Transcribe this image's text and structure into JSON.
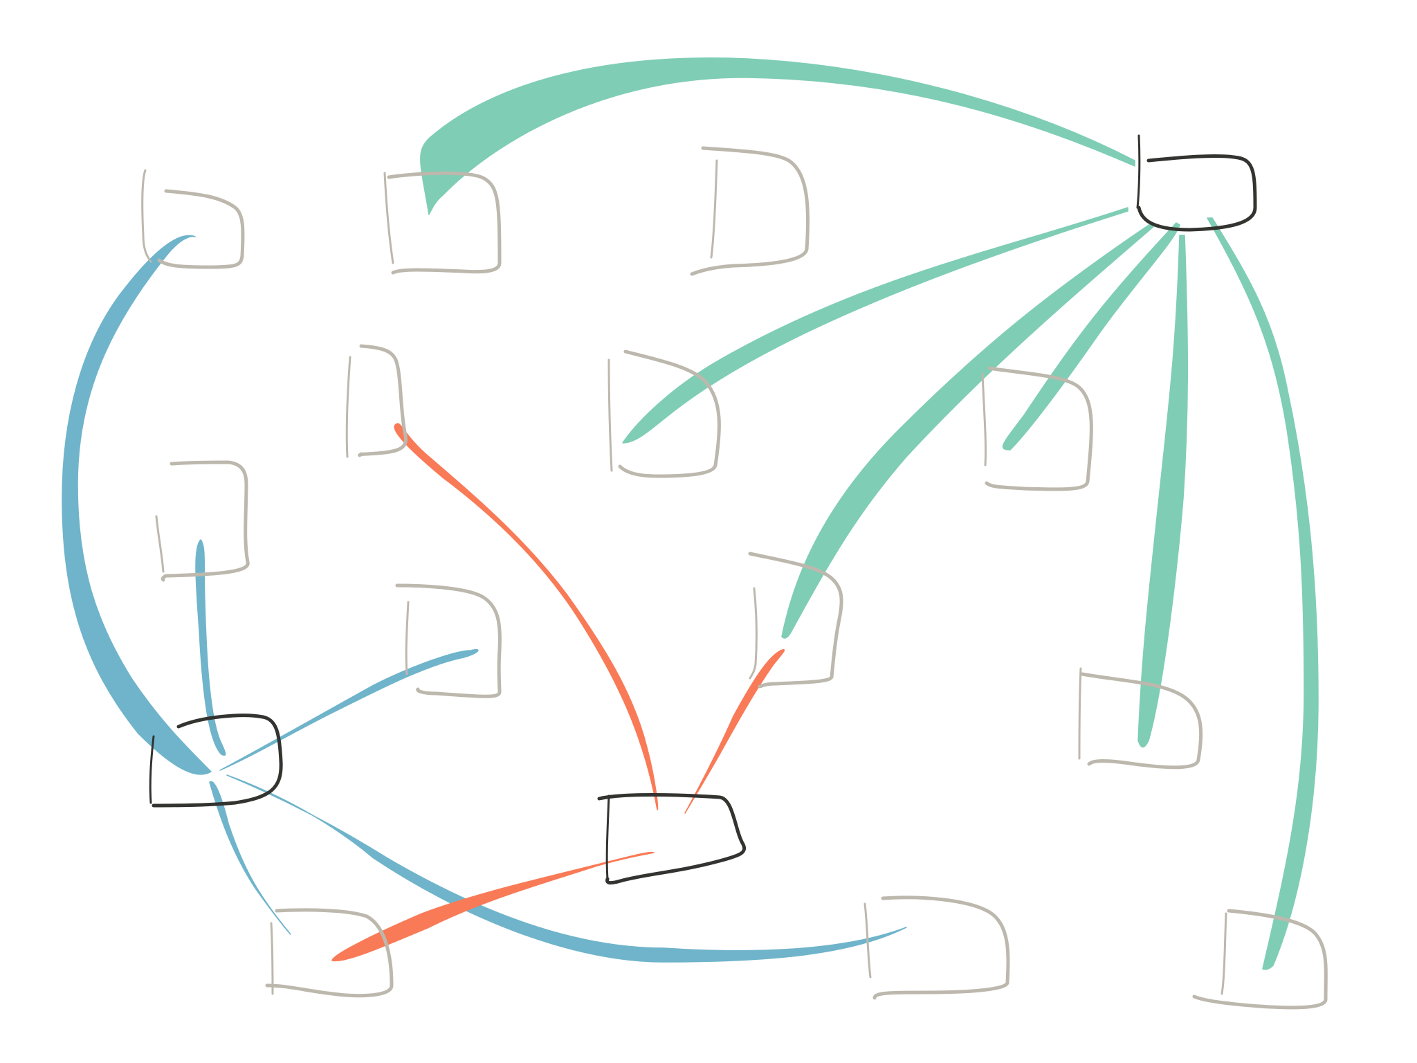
{
  "colors": {
    "background": "#ffffff",
    "node_default": "#bdb8ad",
    "node_hub": "#333330",
    "edge_green": "#7fcdb5",
    "edge_blue": "#6fb4ca",
    "edge_orange": "#f97a57"
  },
  "nodes": [
    {
      "id": "n1",
      "kind": "default"
    },
    {
      "id": "n2",
      "kind": "default"
    },
    {
      "id": "n3",
      "kind": "default"
    },
    {
      "id": "hub_top_right",
      "kind": "hub"
    },
    {
      "id": "n5",
      "kind": "default"
    },
    {
      "id": "n6",
      "kind": "default"
    },
    {
      "id": "n7",
      "kind": "default"
    },
    {
      "id": "n8",
      "kind": "default"
    },
    {
      "id": "n9",
      "kind": "default"
    },
    {
      "id": "n10",
      "kind": "default"
    },
    {
      "id": "n11",
      "kind": "default"
    },
    {
      "id": "hub_left",
      "kind": "hub"
    },
    {
      "id": "hub_center",
      "kind": "hub"
    },
    {
      "id": "n14",
      "kind": "default"
    },
    {
      "id": "n15",
      "kind": "default"
    },
    {
      "id": "n16",
      "kind": "default"
    }
  ],
  "edges": [
    {
      "from": "hub_top_right",
      "to": "n2",
      "color": "green",
      "weight": 3
    },
    {
      "from": "hub_top_right",
      "to": "n6",
      "color": "green",
      "weight": 2
    },
    {
      "from": "hub_top_right",
      "to": "n10",
      "color": "green",
      "weight": 2
    },
    {
      "from": "hub_top_right",
      "to": "n7",
      "color": "green",
      "weight": 1.5
    },
    {
      "from": "hub_top_right",
      "to": "n11",
      "color": "green",
      "weight": 2
    },
    {
      "from": "hub_top_right",
      "to": "n16",
      "color": "green",
      "weight": 2
    },
    {
      "from": "hub_left",
      "to": "n1",
      "color": "blue",
      "weight": 2.5
    },
    {
      "from": "hub_left",
      "to": "n8",
      "color": "blue",
      "weight": 1.5
    },
    {
      "from": "hub_left",
      "to": "n9",
      "color": "blue",
      "weight": 1.5
    },
    {
      "from": "hub_left",
      "to": "n14",
      "color": "blue",
      "weight": 1.5
    },
    {
      "from": "hub_left",
      "to": "n15",
      "color": "blue",
      "weight": 2.5
    },
    {
      "from": "hub_center",
      "to": "n5",
      "color": "orange",
      "weight": 2
    },
    {
      "from": "hub_center",
      "to": "n10",
      "color": "orange",
      "weight": 1.5
    },
    {
      "from": "hub_center",
      "to": "n14",
      "color": "orange",
      "weight": 2
    }
  ]
}
